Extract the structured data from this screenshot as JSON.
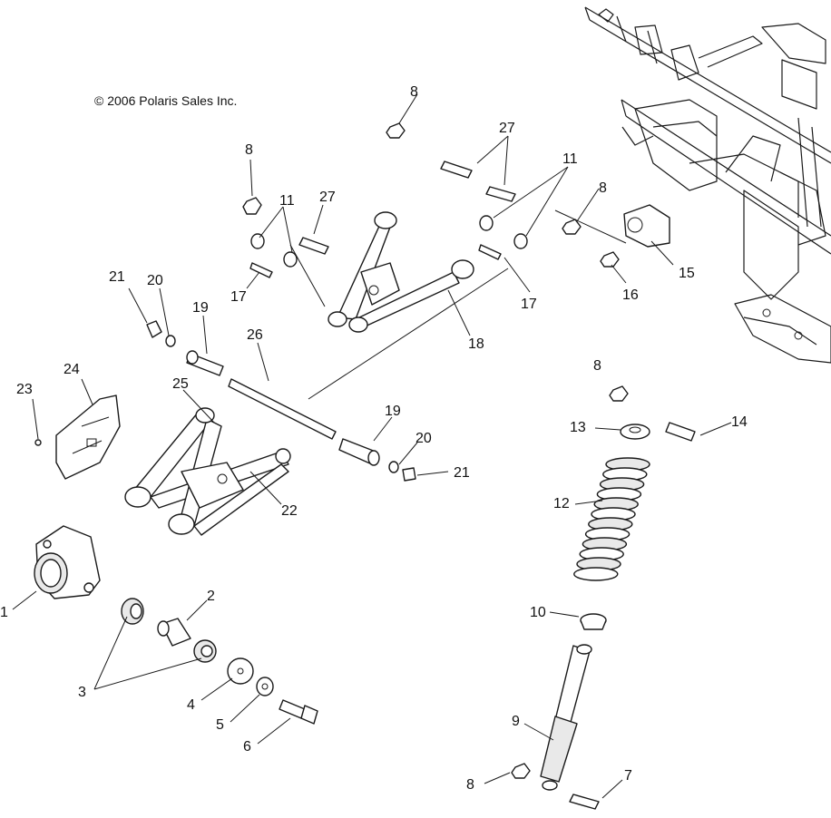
{
  "copyright": "© 2006 Polaris Sales Inc.",
  "callouts": {
    "c1": "1",
    "c2": "2",
    "c3": "3",
    "c4": "4",
    "c5": "5",
    "c6": "6",
    "c7": "7",
    "c8a": "8",
    "c8b": "8",
    "c8c": "8",
    "c8d": "8",
    "c8e": "8",
    "c9": "9",
    "c10": "10",
    "c11a": "11",
    "c11b": "11",
    "c12": "12",
    "c13": "13",
    "c14": "14",
    "c15": "15",
    "c16": "16",
    "c17a": "17",
    "c17b": "17",
    "c18": "18",
    "c19a": "19",
    "c19b": "19",
    "c20a": "20",
    "c20b": "20",
    "c21a": "21",
    "c21b": "21",
    "c22": "22",
    "c23": "23",
    "c24": "24",
    "c25": "25",
    "c26": "26",
    "c27a": "27",
    "c27b": "27"
  }
}
